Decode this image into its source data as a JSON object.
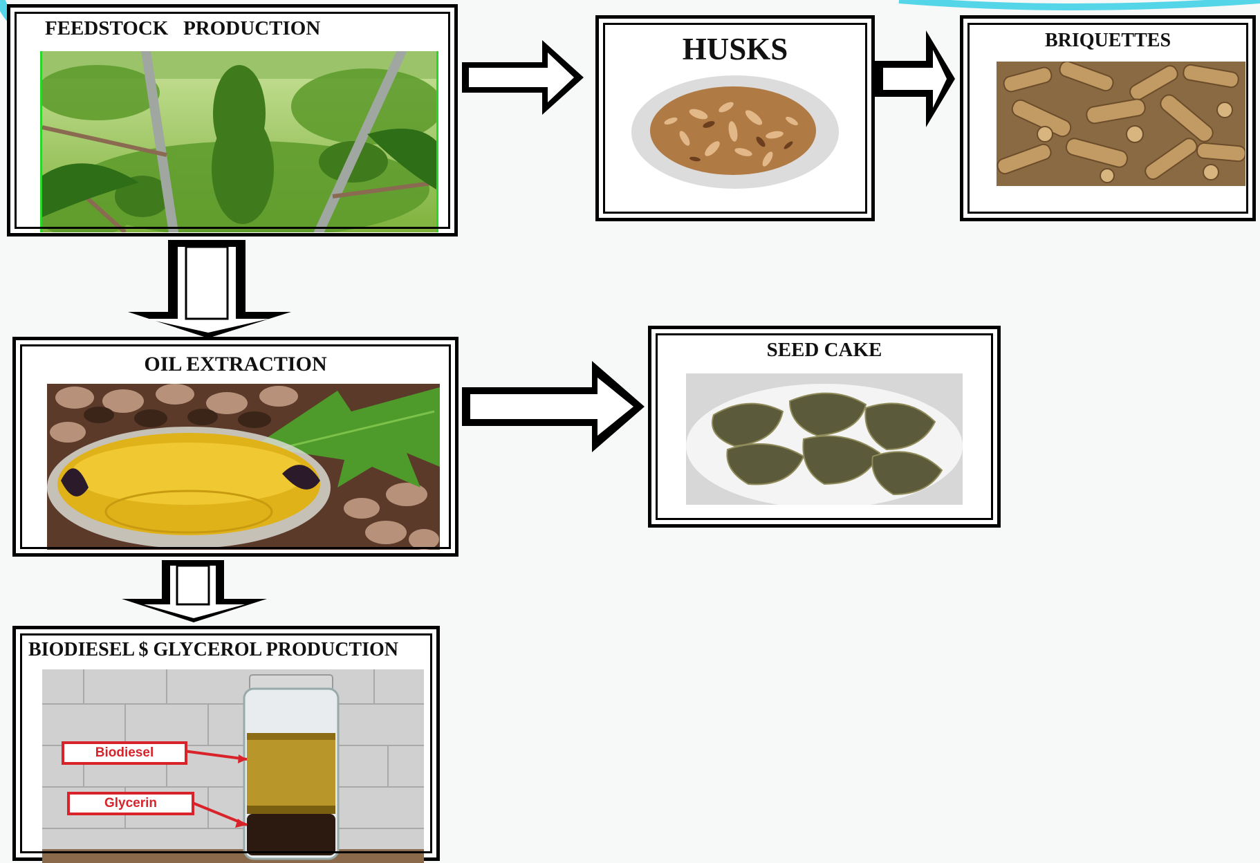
{
  "boxes": {
    "feedstock": {
      "title": "FEEDSTOCK   PRODUCTION"
    },
    "husks": {
      "title": "HUSKS"
    },
    "briquettes": {
      "title": "BRIQUETTES"
    },
    "oil_extraction": {
      "title": "OIL EXTRACTION"
    },
    "seed_cake": {
      "title": "SEED CAKE"
    },
    "biodiesel": {
      "title": "BIODIESEL $ GLYCEROL  PRODUCTION",
      "labels": {
        "biodiesel": "Biodiesel",
        "glycerin": "Glycerin"
      }
    }
  },
  "colors": {
    "arrow_stroke": "#000000",
    "arrow_fill": "#ffffff",
    "label_red": "#d8232a",
    "accent_cyan": "#4fd3e6"
  }
}
